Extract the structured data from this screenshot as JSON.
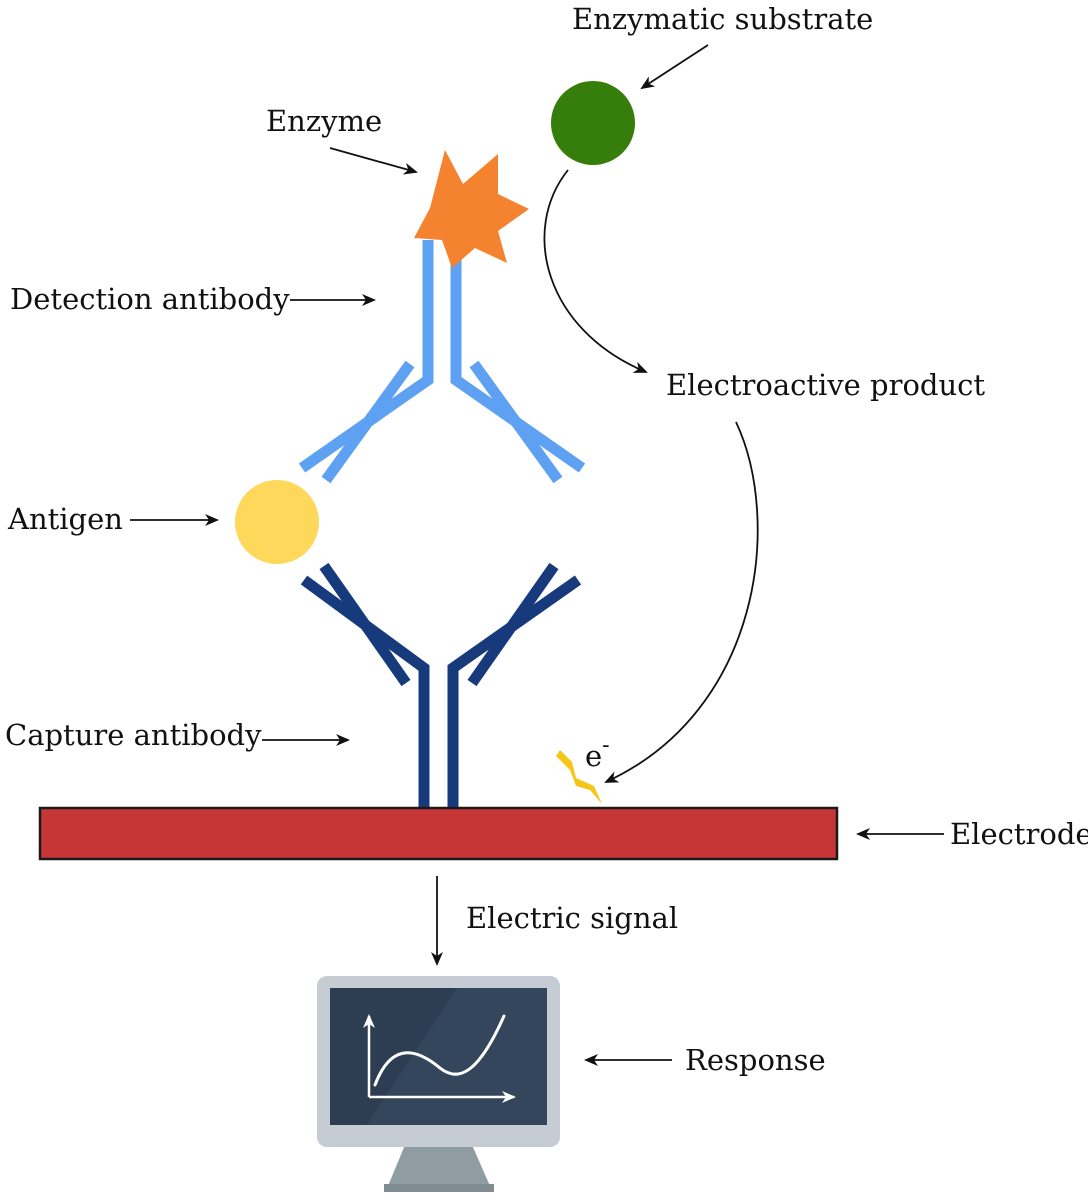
{
  "labels": {
    "enzymatic_substrate": "Enzymatic substrate",
    "enzyme": "Enzyme",
    "detection_antibody": "Detection antibody",
    "electroactive_product": "Electroactive product",
    "antigen": "Antigen",
    "capture_antibody": "Capture antibody",
    "electron": "e",
    "electron_charge": "-",
    "electrode": "Electrode",
    "electric_signal": "Electric signal",
    "response": "Response"
  },
  "colors": {
    "detection_antibody": "#5ea1f2",
    "capture_antibody": "#173a7c",
    "enzyme": "#f5822f",
    "substrate": "#357e0b",
    "antigen": "#fdd85b",
    "electrode_fill": "#c63636",
    "electrode_stroke": "#1a1a1a",
    "lightning": "#f5c518",
    "monitor_frame": "#c6ccd3",
    "monitor_screen": "#2e3e52",
    "monitor_stand": "#8f9da3",
    "plot_stroke": "#ffffff"
  }
}
